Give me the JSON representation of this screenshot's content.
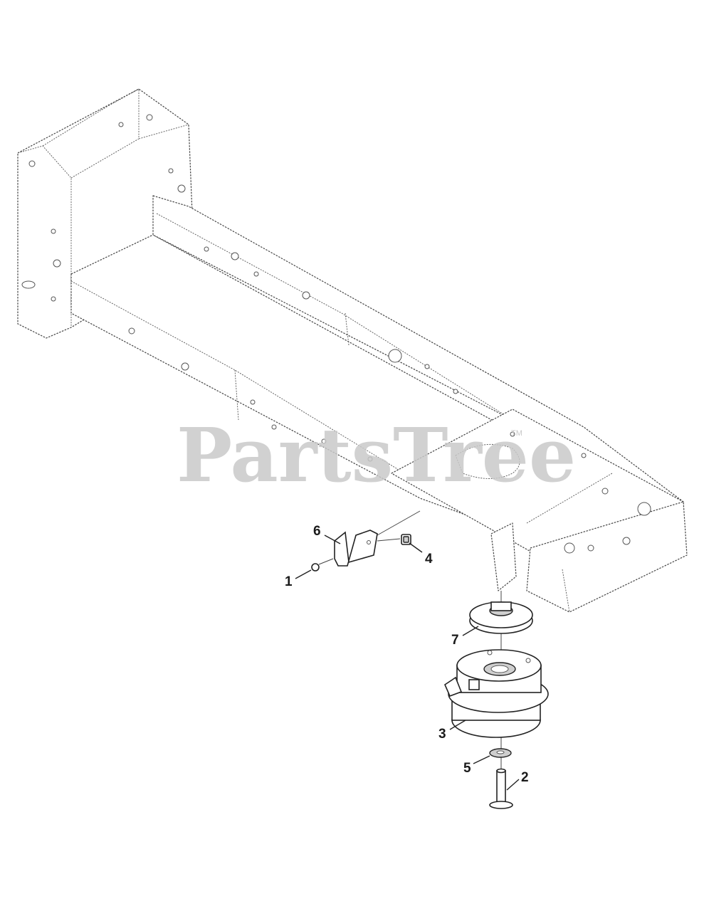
{
  "watermark": {
    "text": "PartsTree",
    "trademark": "TM"
  },
  "callouts": [
    {
      "id": "6",
      "label": "6"
    },
    {
      "id": "4",
      "label": "4"
    },
    {
      "id": "1",
      "label": "1"
    },
    {
      "id": "7",
      "label": "7"
    },
    {
      "id": "3",
      "label": "3"
    },
    {
      "id": "5",
      "label": "5"
    },
    {
      "id": "2",
      "label": "2"
    }
  ]
}
